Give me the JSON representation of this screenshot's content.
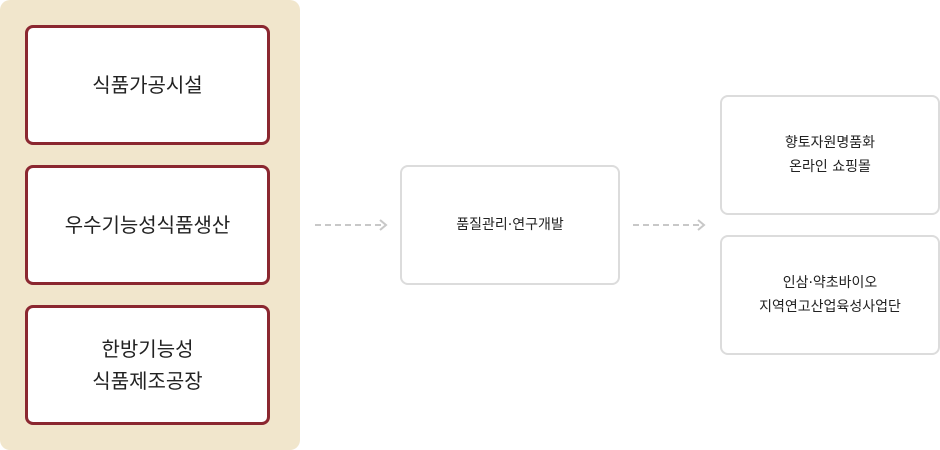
{
  "facilities": [
    "식품가공시설",
    "우수기능성식품생산",
    "한방기능성\n식품제조공장"
  ],
  "center_node": "품질관리·연구개발",
  "outputs": [
    "향토자원명품화\n온라인 쇼핑몰",
    "인삼·약초바이오\n지역연고산업육성사업단"
  ],
  "colors": {
    "panel_background": "#f1e6cc",
    "facility_border": "#8b2730",
    "box_border": "#dcdcdc",
    "arrow": "#c8c8c8"
  },
  "icons": {
    "connector": "dashed-arrow-right-icon"
  }
}
